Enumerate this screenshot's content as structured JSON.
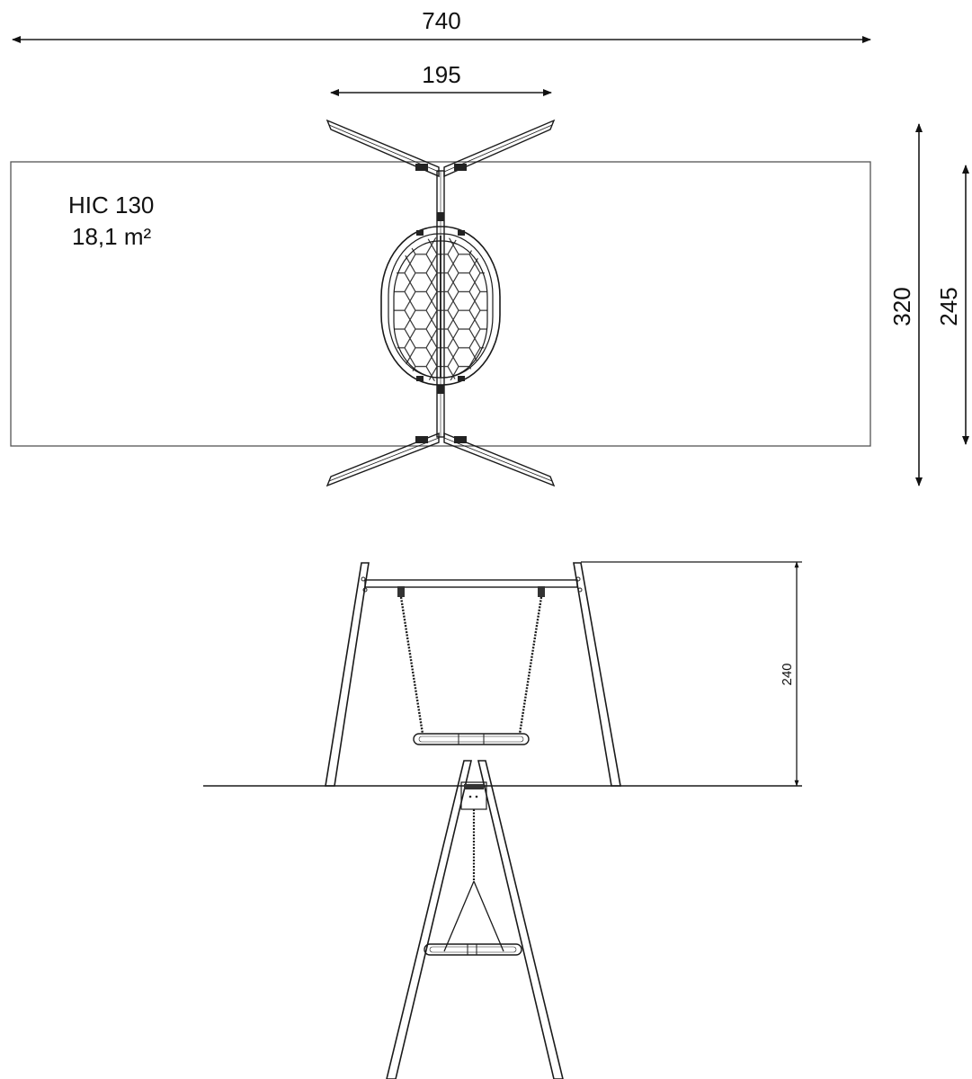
{
  "dimensions": {
    "overall_width": "740",
    "frame_width": "195",
    "overall_depth": "320",
    "swing_depth": "245",
    "height": "240"
  },
  "area_label": {
    "hic": "HIC 130",
    "area": "18,1 m²"
  },
  "views": [
    "plan",
    "front-elevation",
    "side-elevation"
  ]
}
